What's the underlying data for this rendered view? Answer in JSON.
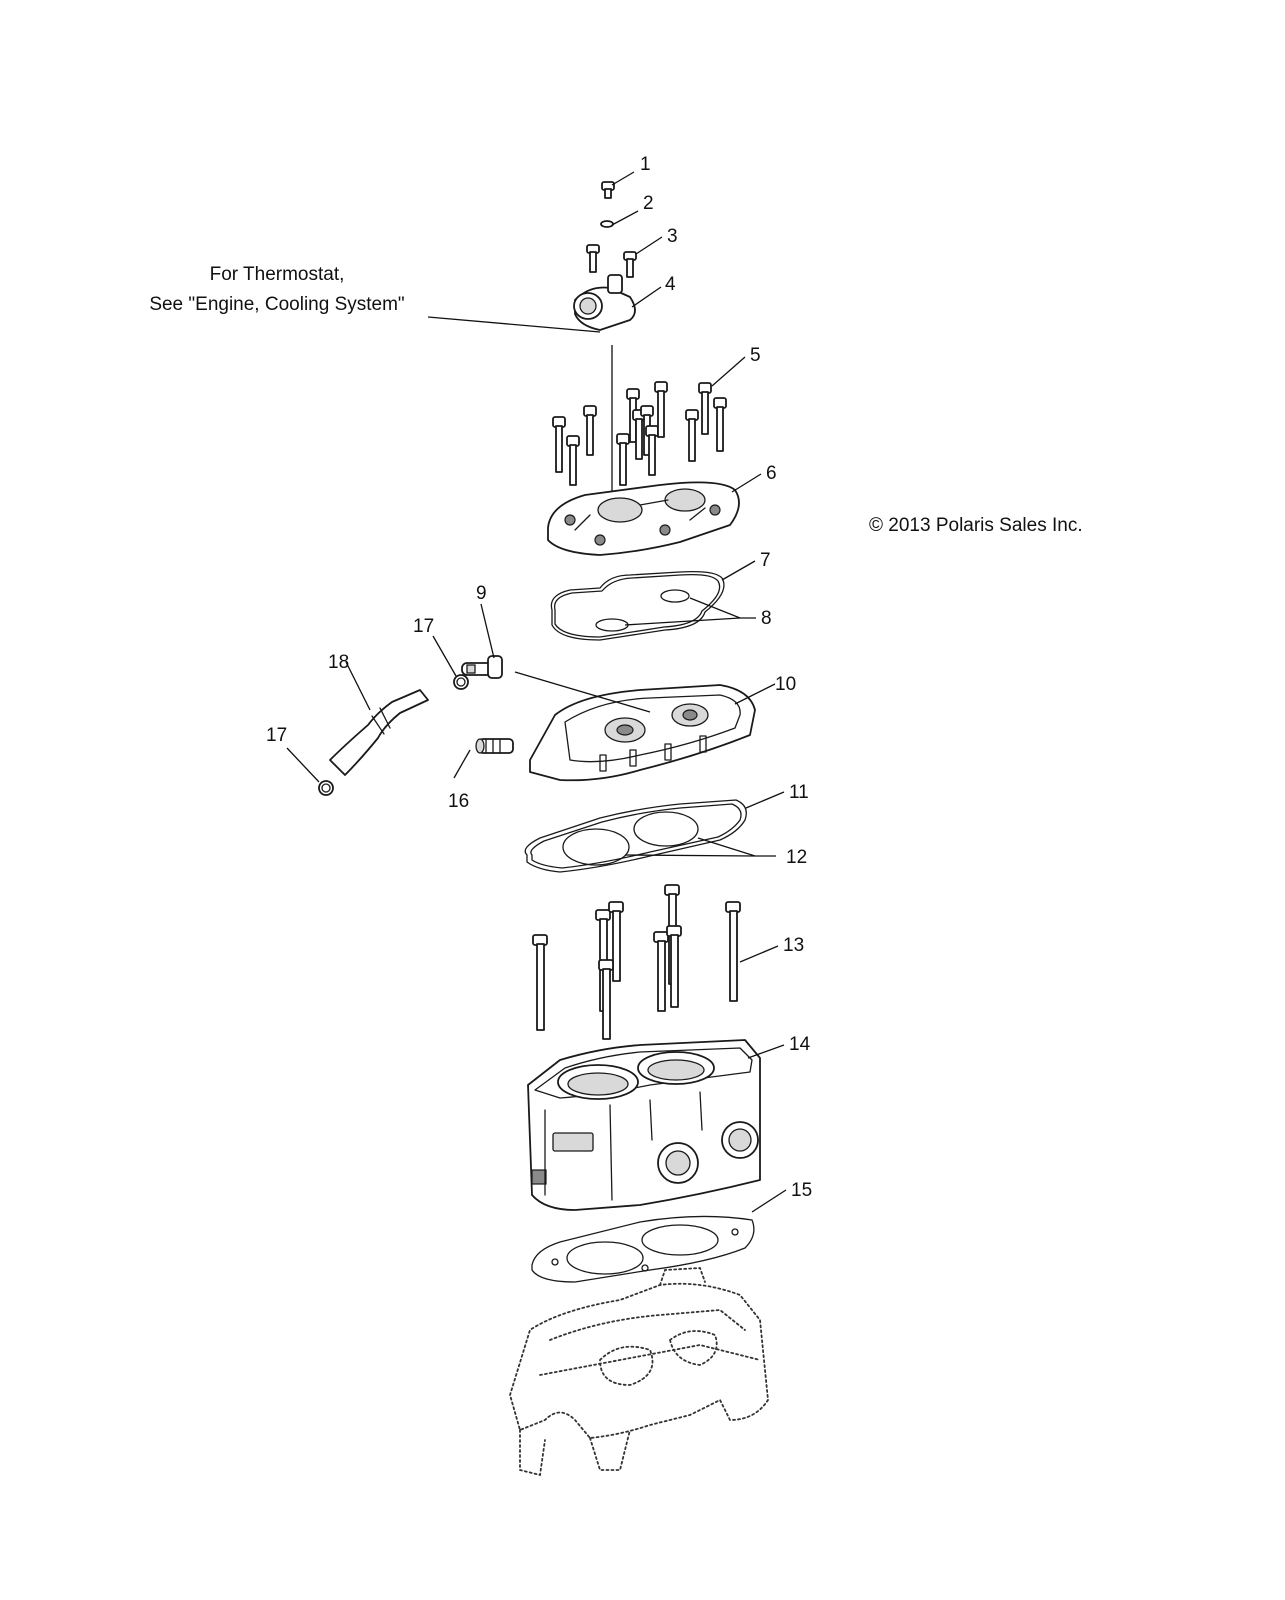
{
  "note": {
    "line1": "For Thermostat,",
    "line2": "See \"Engine, Cooling System\""
  },
  "copyright": "© 2013 Polaris Sales Inc.",
  "callouts": {
    "c1": "1",
    "c2": "2",
    "c3": "3",
    "c4": "4",
    "c5": "5",
    "c6": "6",
    "c7": "7",
    "c8": "8",
    "c9": "9",
    "c10": "10",
    "c11": "11",
    "c12": "12",
    "c13": "13",
    "c14": "14",
    "c15": "15",
    "c16": "16",
    "c17a": "17",
    "c17b": "17",
    "c18": "18"
  }
}
